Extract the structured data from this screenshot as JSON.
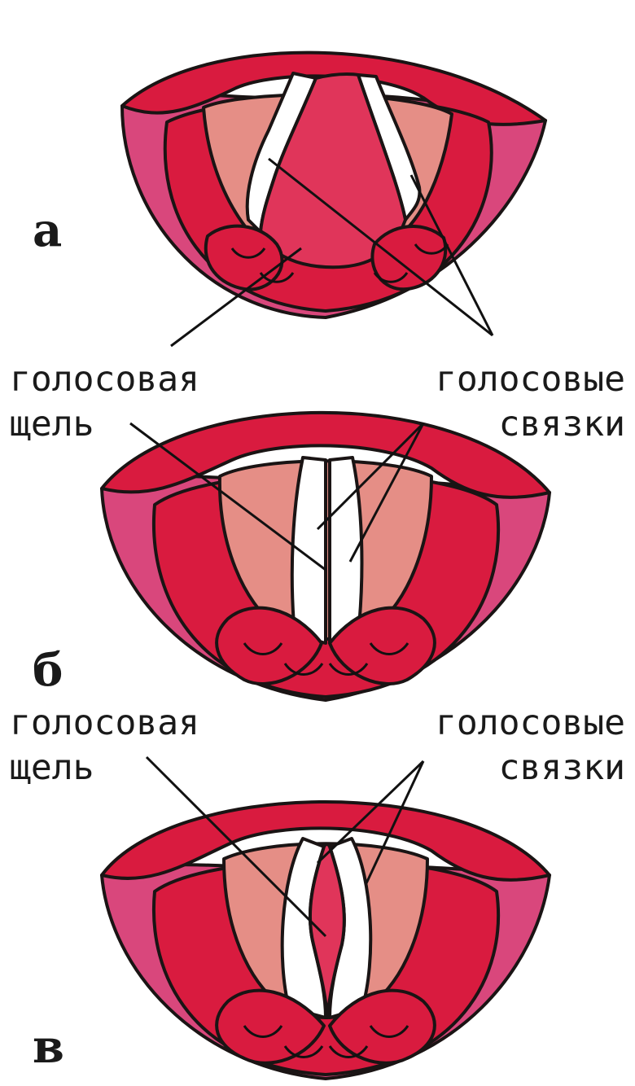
{
  "figures": [
    {
      "letter": "а",
      "state": "wide-open"
    },
    {
      "letter": "б",
      "state": "closed"
    },
    {
      "letter": "в",
      "state": "narrow"
    }
  ],
  "labels": {
    "glottis": {
      "line1": "голосовая",
      "line2": "щель"
    },
    "cords": {
      "line1": "голосовые",
      "line2": "связки"
    }
  },
  "colors": {
    "outer_pink": "#d9477c",
    "red": "#d91b3f",
    "glottis_fill": "#e0355a",
    "tissue_light": "#e58e86",
    "cord_white": "#ffffff",
    "outline": "#1a1414"
  }
}
